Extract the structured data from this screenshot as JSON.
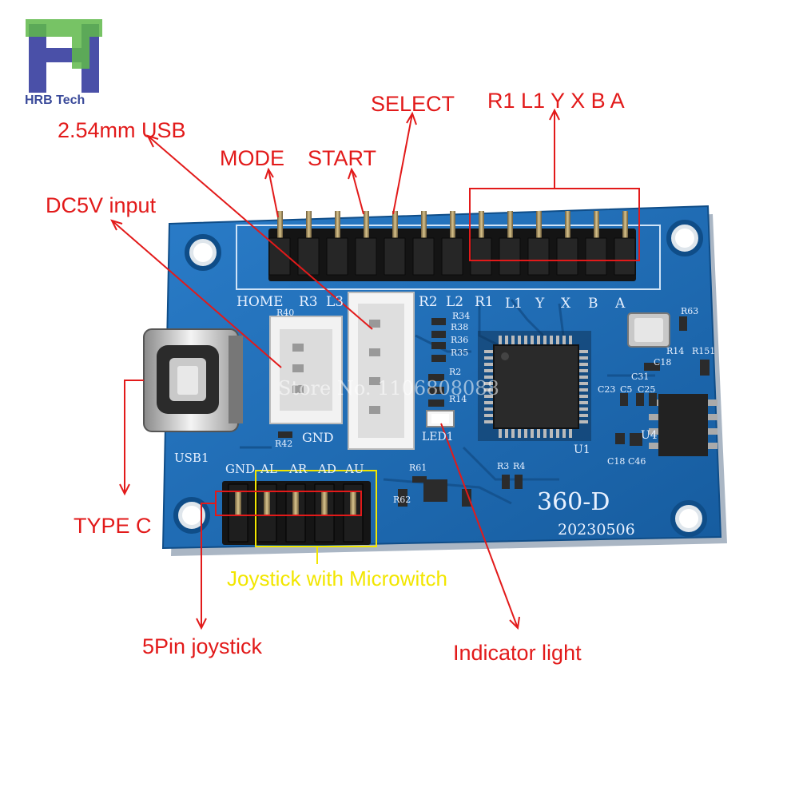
{
  "brand": {
    "name": "HRB Tech",
    "logo_letter": "H"
  },
  "callouts": {
    "usb_254": "2.54mm USB",
    "select": "SELECT",
    "buttons_right": "R1 L1 Y X B A",
    "mode": "MODE",
    "start": "START",
    "dc5v": "DC5V input",
    "type_c": "TYPE C",
    "joystick_micro": "Joystick with Microwitch",
    "pin5_joystick": "5Pin joystick",
    "indicator": "Indicator light"
  },
  "silkscreen": {
    "header_labels": [
      "HOME",
      "R3",
      "L3",
      "R2",
      "L2",
      "R1",
      "L1",
      "Y",
      "X",
      "B",
      "A"
    ],
    "joy_labels": [
      "GND",
      "AL",
      "AR",
      "AD",
      "AU"
    ],
    "usb_label": "USB1",
    "gnd_label": "GND",
    "led_label": "LED1",
    "u1": "U1",
    "u4": "U4",
    "board_name": "360-D",
    "board_date": "20230506",
    "components": [
      "R40",
      "R42",
      "R34",
      "R38",
      "R36",
      "R35",
      "R2",
      "R14",
      "R61",
      "R62",
      "R3",
      "R4",
      "R14",
      "R151",
      "C18",
      "C31",
      "C23",
      "C5",
      "C25",
      "C18",
      "C46",
      "R63"
    ]
  },
  "watermark": "Store No. 1106808088",
  "colors": {
    "pcb": "#1f6db8",
    "pcb_dark": "#155a9e",
    "annotation_red": "#e21a1a",
    "annotation_yellow": "#f2e600",
    "connector_white": "#eeeeee",
    "pin_gold": "#b89a5a"
  }
}
